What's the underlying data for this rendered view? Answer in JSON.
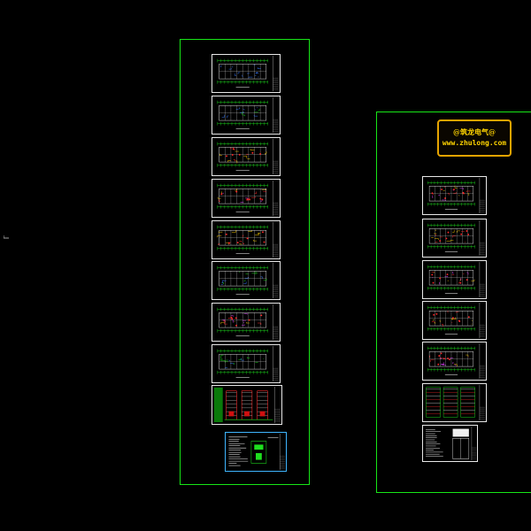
{
  "canvas": {
    "background": "#000000",
    "frame_color": "#17e617"
  },
  "logo": {
    "line1": "@筑龙电气@",
    "line2": "www.zhulong.com",
    "border_color": "#e6a400",
    "text_color": "#ffd400"
  },
  "frames": [
    {
      "name": "drawing-frame-left",
      "sheets": 10
    },
    {
      "name": "drawing-frame-right",
      "sheets": 7
    }
  ],
  "sheet_kinds": {
    "plan": "floor-plan-icon",
    "riser": "riser-diagram-icon",
    "notes": "design-notes-icon",
    "elevation": "elevation-icon"
  }
}
